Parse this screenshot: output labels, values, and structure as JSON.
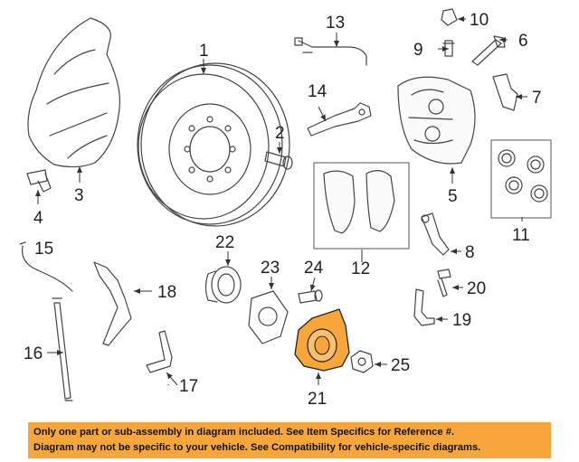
{
  "callouts": {
    "c1": "1",
    "c2": "2",
    "c3": "3",
    "c4": "4",
    "c5": "5",
    "c6": "6",
    "c7": "7",
    "c8": "8",
    "c9": "9",
    "c10": "10",
    "c11": "11",
    "c12": "12",
    "c13": "13",
    "c14": "14",
    "c15": "15",
    "c16": "16",
    "c17": "17",
    "c18": "18",
    "c19": "19",
    "c20": "20",
    "c21": "21",
    "c22": "22",
    "c23": "23",
    "c24": "24",
    "c25": "25"
  },
  "highlight_color": "#f7a63b",
  "disclaimer": {
    "line1": "Only one part or sub-assembly in diagram included. See Item Specifics for Reference #.",
    "line2": "Diagram may not be specific to your vehicle. See Compatibility for vehicle-specific diagrams."
  }
}
